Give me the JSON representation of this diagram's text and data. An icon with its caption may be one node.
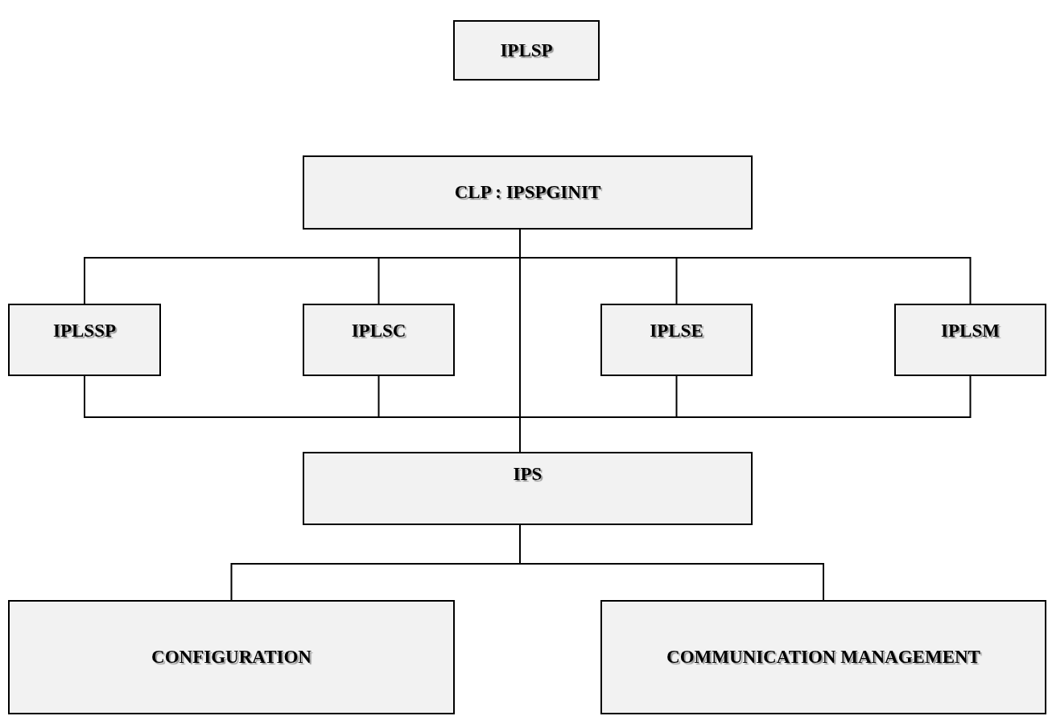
{
  "diagram": {
    "nodes": [
      {
        "text": [
          "IPLSP"
        ]
      },
      {
        "text": [
          "CLP : IPSPGINIT"
        ]
      },
      {
        "text": [
          "IPLSSP"
        ]
      },
      {
        "text": [
          "IPLSC"
        ]
      },
      {
        "text": [
          "IPLSE"
        ]
      },
      {
        "text": [
          "IPLSM"
        ]
      },
      {
        "text": [
          "IPS"
        ]
      },
      {
        "text": [
          "CONFIGURATION"
        ]
      },
      {
        "text": [
          "COMMUNICATION MANAGEMENT"
        ]
      }
    ],
    "edges": [
      {
        "from": 1,
        "to": 2,
        "arrow": "none"
      },
      {
        "from": 1,
        "to": 3,
        "arrow": "none"
      },
      {
        "from": 1,
        "to": 4,
        "arrow": "none"
      },
      {
        "from": 1,
        "to": 5,
        "arrow": "none"
      },
      {
        "from": 1,
        "to": 6,
        "arrow": "none"
      },
      {
        "from": 2,
        "to": 6,
        "arrow": "none"
      },
      {
        "from": 3,
        "to": 6,
        "arrow": "none"
      },
      {
        "from": 4,
        "to": 6,
        "arrow": "none"
      },
      {
        "from": 5,
        "to": 6,
        "arrow": "none"
      },
      {
        "from": 6,
        "to": 7,
        "arrow": "none"
      },
      {
        "from": 6,
        "to": 8,
        "arrow": "none"
      }
    ]
  }
}
